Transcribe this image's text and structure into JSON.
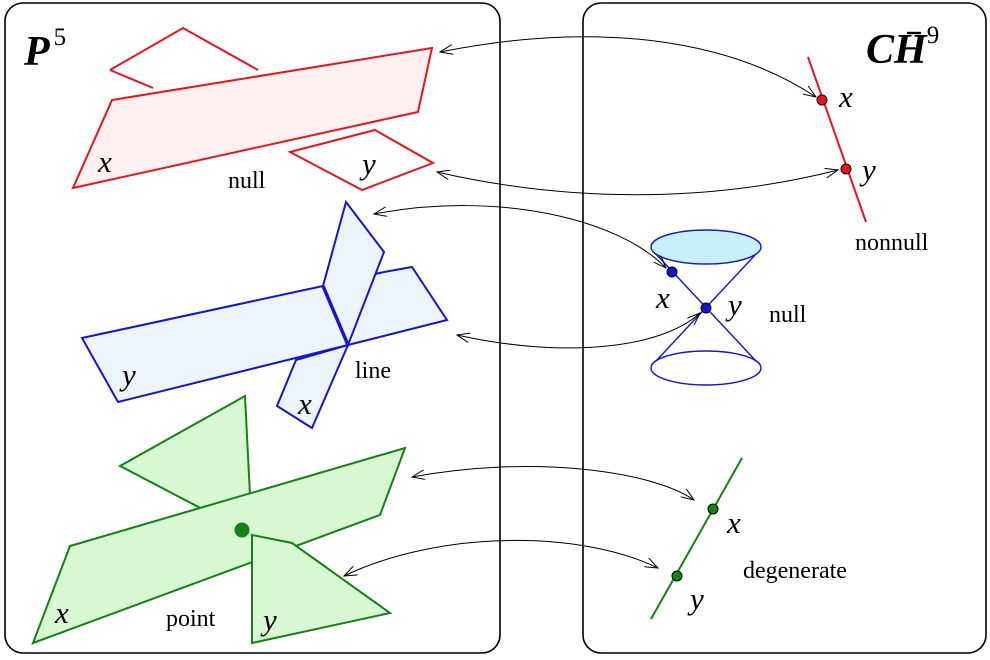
{
  "panels": {
    "left_title": {
      "base": "P",
      "sup": "5"
    },
    "right_title": {
      "base": "CH",
      "bar": "̄",
      "sup": "9"
    }
  },
  "labels": {
    "x": "x",
    "y": "y",
    "null": "null",
    "line": "line",
    "point": "point",
    "nonnull": "nonnull",
    "degenerate": "degenerate"
  },
  "colors": {
    "red": "#e8141e",
    "red_fill": "#fff0f0",
    "blue": "#1414d2",
    "blue_fill": "#eef4fb",
    "blue_cone_top": "#c8f0f8",
    "green": "#148214",
    "green_fill": "#d8f7d3",
    "arrow": "#000000"
  }
}
